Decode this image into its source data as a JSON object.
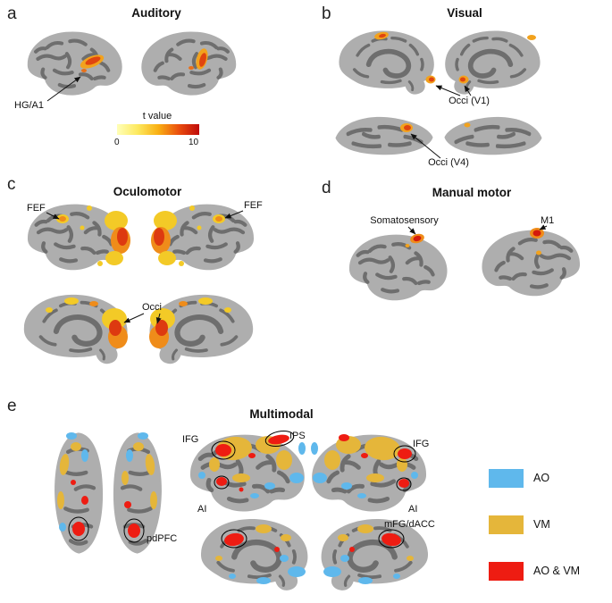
{
  "panels": {
    "a": {
      "letter": "a",
      "title": "Auditory",
      "region_label": "HG/A1",
      "colorbar": {
        "title": "t value",
        "min": "0",
        "max": "10",
        "colors": [
          "#FFFFB8",
          "#FDE95F",
          "#F9B013",
          "#EA4F0E",
          "#BF0A0A"
        ]
      }
    },
    "b": {
      "letter": "b",
      "title": "Visual",
      "labels": {
        "v1": "Occi (V1)",
        "v4": "Occi (V4)"
      }
    },
    "c": {
      "letter": "c",
      "title": "Oculomotor",
      "labels": {
        "fef_left": "FEF",
        "fef_right": "FEF",
        "occi": "Occi"
      }
    },
    "d": {
      "letter": "d",
      "title": "Manual motor",
      "labels": {
        "somatosensory": "Somatosensory",
        "m1": "M1"
      }
    },
    "e": {
      "letter": "e",
      "title": "Multimodal",
      "labels": {
        "ifg_left": "IFG",
        "ips": "IPS",
        "ifg_right": "IFG",
        "ai_left": "AI",
        "ai_right": "AI",
        "pdpfc": "pdPFC",
        "mfg_dacc": "mFG/dACC"
      },
      "legend": [
        {
          "label": "AO",
          "color": "#5FB8EC"
        },
        {
          "label": "VM",
          "color": "#E5B63A"
        },
        {
          "label": "AO & VM",
          "color": "#EE1C12"
        }
      ]
    }
  },
  "palette": {
    "brain_base": "#AEAEAE",
    "brain_sulci": "#6E6E6E",
    "activation_yellow": "#F3CA27",
    "activation_orange": "#EF8C1A",
    "activation_red": "#D41A0C"
  }
}
